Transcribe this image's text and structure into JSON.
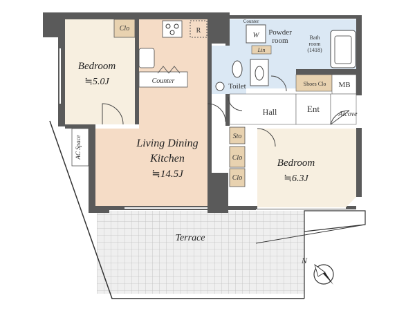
{
  "rooms": {
    "bedroom1": {
      "name": "Bedroom",
      "size": "≒5.0J",
      "color": "#f7efe0"
    },
    "ldk": {
      "name_line1": "Living Dining",
      "name_line2": "Kitchen",
      "size": "≒14.5J",
      "color": "#f5dcc6"
    },
    "bedroom2": {
      "name": "Bedroom",
      "size": "≒6.3J",
      "color": "#f7efe0"
    },
    "powder_room": {
      "name_line1": "Powder",
      "name_line2": "room",
      "color": "#dbe8f4"
    },
    "bath": {
      "name_line1": "Bath",
      "name_line2": "room",
      "name_line3": "(1418)",
      "color": "#dbe8f4"
    },
    "toilet": {
      "name": "Toilet",
      "color": "#dbe8f4"
    },
    "hall": {
      "name": "Hall",
      "color": "#ffffff"
    },
    "ent": {
      "name": "Ent",
      "color": "#ffffff"
    },
    "alcove": {
      "name": "Alcove",
      "color": "#ffffff"
    },
    "mb": {
      "name": "MB",
      "color": "#ffffff"
    },
    "terrace": {
      "name": "Terrace",
      "color": "#eeeeee"
    }
  },
  "labels": {
    "clo_top": "Clo",
    "r": "R",
    "counter_kitchen": "Counter",
    "counter_top": "Counter",
    "w": "W",
    "lin": "Lin",
    "shoes_clo": "Shoes Clo",
    "sto": "Sto",
    "clo_a": "Clo",
    "clo_b": "Clo",
    "ac_space": "AC Space"
  },
  "compass": {
    "label": "N"
  },
  "colors": {
    "wall": "#5a5a5a",
    "storage": "#e8d2b0",
    "wet": "#dbe8f4"
  }
}
